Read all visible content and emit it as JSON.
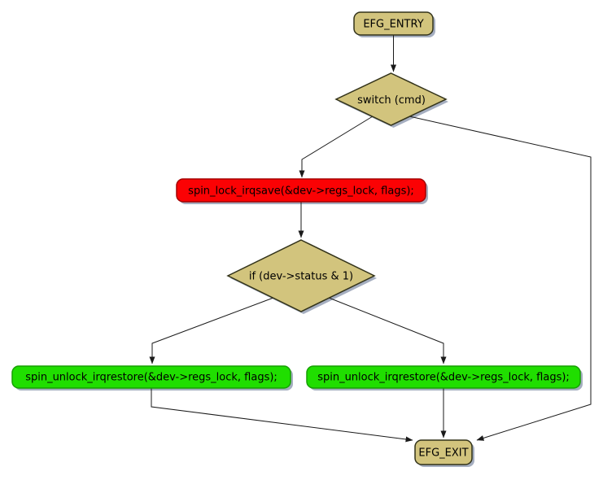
{
  "diagram": {
    "nodes": {
      "entry": {
        "label": "EFG_ENTRY",
        "fill": "#D2C47D"
      },
      "switch_cmd": {
        "label": "switch (cmd)",
        "fill": "#D2C47D"
      },
      "spin_lock": {
        "label": "spin_lock_irqsave(&dev->regs_lock, flags);",
        "fill": "#FB0204"
      },
      "if_status": {
        "label": "if (dev->status & 1)",
        "fill": "#D2C47D"
      },
      "spin_unlock_left": {
        "label": "spin_unlock_irqrestore(&dev->regs_lock, flags);",
        "fill": "#20DE00"
      },
      "spin_unlock_right": {
        "label": "spin_unlock_irqrestore(&dev->regs_lock, flags);",
        "fill": "#20DE00"
      },
      "exit": {
        "label": "EFG_EXIT",
        "fill": "#D2C47D"
      }
    },
    "colors": {
      "background": "#FFFFFF",
      "node_fill": "#D2C47D",
      "node_border": "#33331A",
      "lock_fill": "#FB0204",
      "lock_border": "#A40000",
      "unlock_fill": "#20DE00",
      "unlock_border": "#169F00",
      "edge": "#1A1A1A",
      "shadow": "#A5AEC0",
      "text": "#000000"
    }
  }
}
